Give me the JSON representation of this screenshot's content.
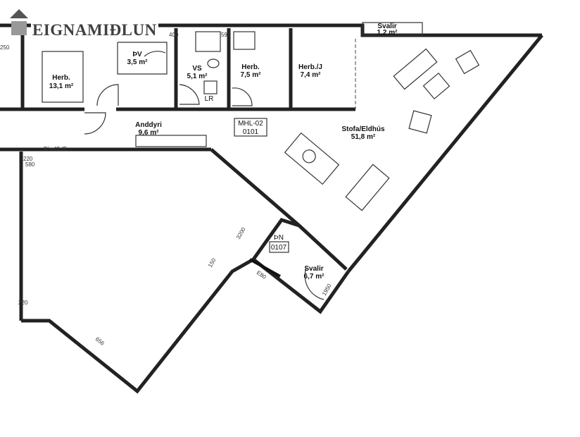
{
  "logo": {
    "text": "EIGNAMIÐLUN",
    "color": "#555555"
  },
  "plan": {
    "unit_code": "MHL-02",
    "unit_number": "0101",
    "storage_number": "0107",
    "rooms": [
      {
        "name": "Herb.",
        "area": "13,1 m²"
      },
      {
        "name": "ÞV",
        "area": "3,5 m²"
      },
      {
        "name": "VS",
        "area": "5,1 m²"
      },
      {
        "name": "Herb.",
        "area": "7,5 m²"
      },
      {
        "name": "Herb./J",
        "area": "7,4 m²"
      },
      {
        "name": "Svalir",
        "area": "1,2 m²"
      },
      {
        "name": "Anddyri",
        "area": "9,6 m²"
      },
      {
        "name": "Stofa/Eldhús",
        "area": "51,8 m²"
      },
      {
        "name": "Svalir",
        "area": "6,7 m²"
      }
    ],
    "labels": {
      "storage": "ÞN",
      "laundry": "LR",
      "wall_rating": "R`w42dB"
    },
    "dimensions": [
      "400",
      "590",
      "250",
      "220",
      "580",
      "3200",
      "1950",
      "E80",
      "656",
      "150",
      "220"
    ]
  }
}
